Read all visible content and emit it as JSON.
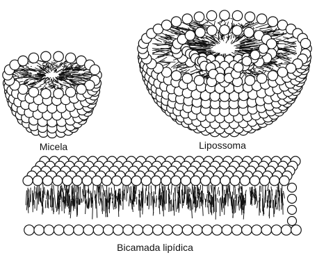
{
  "labels": {
    "micelle": "Micela",
    "liposome": "Lipossoma",
    "bilayer": "Bicamada lipídica"
  },
  "colors": {
    "ink": "#111111",
    "head_fill": "#ffffff",
    "background": "#ffffff"
  }
}
